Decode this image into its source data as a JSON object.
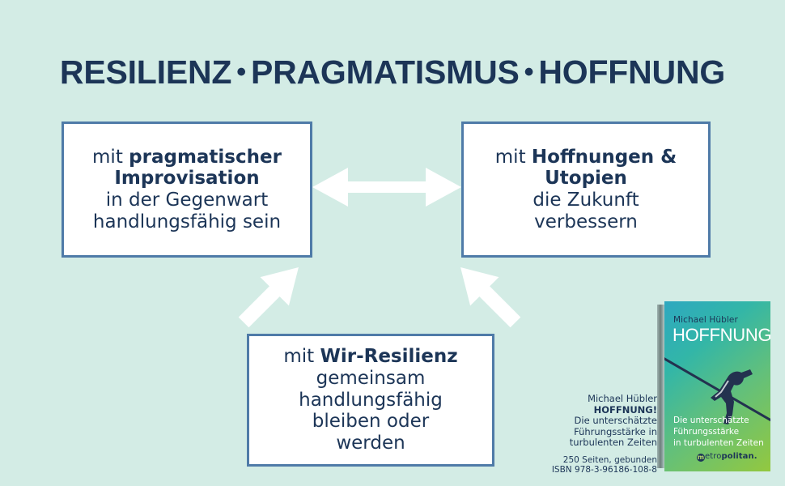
{
  "slide": {
    "background_color": "#d3ece5",
    "accent_navy": "#1c3557",
    "box_border_color": "#4f7ba8",
    "arrow_color": "#ffffff"
  },
  "title": {
    "part1": "RESILIENZ",
    "separator1": "•",
    "part2": "PRAGMATISMUS",
    "separator2": "•",
    "part3": "HOFFNUNG"
  },
  "boxes": [
    {
      "id": "box-improvisation",
      "lines": [
        {
          "text": "mit ",
          "bold": false
        },
        {
          "text": "pragmatischer",
          "bold": true
        },
        {
          "text": "Improvisation",
          "bold": true
        },
        {
          "text": "in der Gegenwart",
          "bold": false
        },
        {
          "text": "handlungsfähig sein",
          "bold": false
        }
      ],
      "line1_prefix": "mit ",
      "line1_bold": "pragmatischer",
      "line2_bold": "Improvisation",
      "line3": "in der Gegenwart",
      "line4": "handlungsfähig sein"
    },
    {
      "id": "box-hoffnungen",
      "line1_prefix": "mit ",
      "line1_bold": "Hoffnungen &",
      "line2_bold": "Utopien",
      "line3": "die Zukunft",
      "line4": "verbessern"
    },
    {
      "id": "box-resilienz",
      "line1_prefix": "mit ",
      "line1_bold": "Wir-Resilienz",
      "line2": "gemeinsam",
      "line3": "handlungsfähig",
      "line4": "bleiben oder",
      "line5": "werden"
    }
  ],
  "arrows": [
    {
      "name": "arrow-between-improvisation-and-hoffnungen",
      "direction": "double-horizontal"
    },
    {
      "name": "arrow-resilienz-to-improvisation",
      "direction": "up-left"
    },
    {
      "name": "arrow-resilienz-to-hoffnungen",
      "direction": "up-right"
    }
  ],
  "book_credit": {
    "author": "Michael Hübler",
    "title": "HOFFNUNG!",
    "subtitle_line1": "Die unterschätzte",
    "subtitle_line2": "Führungsstärke in",
    "subtitle_line3": "turbulenten Zeiten",
    "pages": "250 Seiten, gebunden",
    "isbn": "ISBN 978-3-96186-108-8"
  },
  "book_cover": {
    "author": "Michael Hübler",
    "title": "HOFFNUNG!",
    "subtitle_line1": "Die unterschätzte",
    "subtitle_line2": "Führungsstärke",
    "subtitle_line3": "in turbulenten Zeiten",
    "publisher_mark": "m",
    "publisher_part1": "etro",
    "publisher_part2": "politan.",
    "gradient_from": "#2ea8c0",
    "gradient_to": "#93c83f"
  }
}
